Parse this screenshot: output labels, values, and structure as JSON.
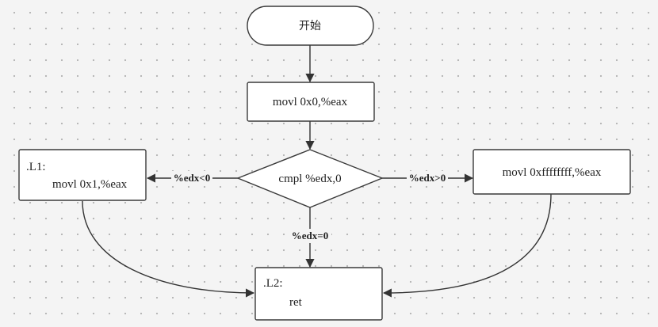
{
  "nodes": {
    "start": {
      "label": "开始"
    },
    "init": {
      "label": "movl  0x0,%eax"
    },
    "cmp": {
      "label": "cmpl  %edx,0"
    },
    "l1": {
      "label_tag": ".L1:",
      "label_body": "movl  0x1,%eax"
    },
    "gt": {
      "label": "movl  0xffffffff,%eax"
    },
    "l2": {
      "label_tag": ".L2:",
      "label_body": "ret"
    }
  },
  "edges": {
    "lt_label": "%edx<0",
    "gt_label": "%edx>0",
    "eq_label": "%edx=0"
  }
}
